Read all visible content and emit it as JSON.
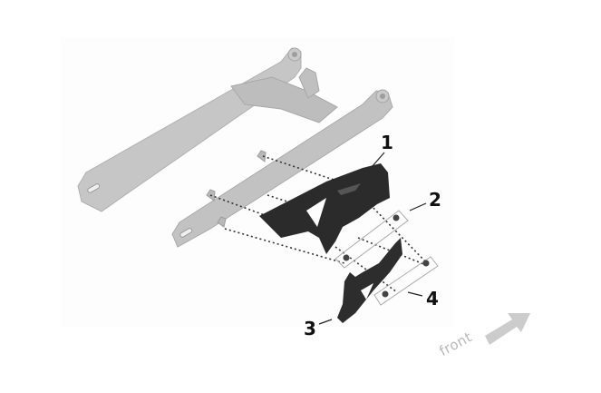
{
  "diagram": {
    "type": "exploded-parts-view",
    "subject": "swingarm with chain guard",
    "colors": {
      "swingarm": "#c4c4c4",
      "swingarm_shade": "#a9a9a9",
      "parts": "#2e2e2e",
      "dotted_lines": "#333333",
      "arrow": "#cccccc",
      "panel_bg": "#fdfdfd"
    },
    "callouts": [
      {
        "id": "1",
        "label": "1",
        "part": "chain guard"
      },
      {
        "id": "2",
        "label": "2",
        "part": "screw set (upper)"
      },
      {
        "id": "3",
        "label": "3",
        "part": "lower chain guard"
      },
      {
        "id": "4",
        "label": "4",
        "part": "screw set (lower)"
      }
    ],
    "direction_indicator": {
      "label": "front",
      "icon": "arrow-up-right-icon"
    }
  }
}
